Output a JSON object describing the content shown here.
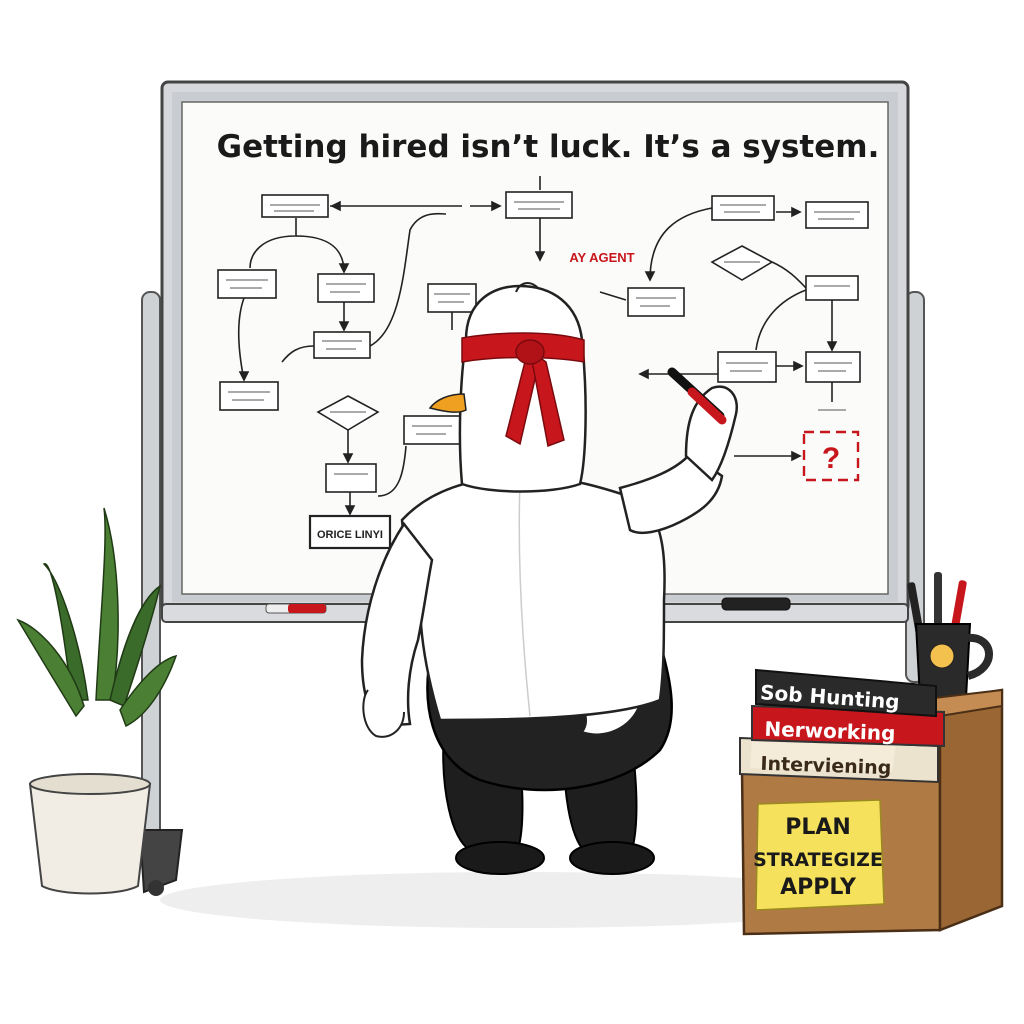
{
  "board": {
    "title": "Getting hired isn’t luck. It’s a system.",
    "agent_label": "AY AGENT",
    "question_mark": "?",
    "box_label": "ORICE LINYI"
  },
  "books": {
    "top": "Sob Hunting",
    "middle": "Nerworking",
    "bottom": "Interviening"
  },
  "sticky_note": {
    "line1": "PLAN",
    "line2": "STRATEGIZE",
    "line3": "APPLY"
  },
  "colors": {
    "accent_red": "#c8161d",
    "board_frame": "#b9bcc0",
    "board_surface": "#fbfbf9",
    "box_wood": "#b07a45",
    "sticky_yellow": "#f6e15c",
    "plant_green": "#3b6b2a"
  }
}
